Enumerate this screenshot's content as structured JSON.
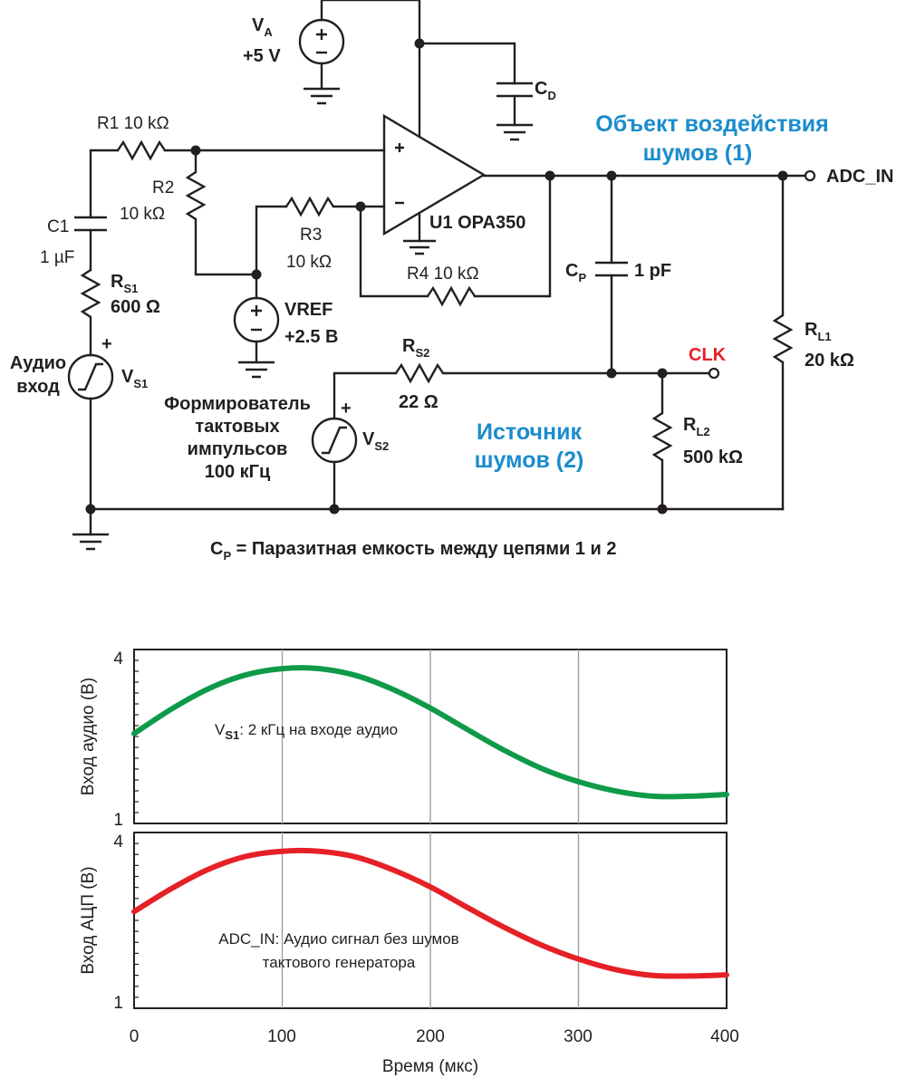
{
  "schematic": {
    "va_name": "V",
    "va_sub": "A",
    "va_value": "+5 V",
    "cd_name": "C",
    "cd_sub": "D",
    "r1": "R1  10 kΩ",
    "r2_name": "R2",
    "r2_value": "10 kΩ",
    "c1_name": "C1",
    "c1_value": "1 µF",
    "rs1_name": "R",
    "rs1_sub": "S1",
    "rs1_value": "600 Ω",
    "r3_name": "R3",
    "r3_value": "10 kΩ",
    "u1": "U1 OPA350",
    "r4": "R4  10 kΩ",
    "cp_name": "C",
    "cp_sub": "P",
    "cp_value": "1 pF",
    "vref_name": "VREF",
    "vref_value": "+2.5 В",
    "rs2_name": "R",
    "rs2_sub": "S2",
    "rs2_value": "22 Ω",
    "clk": "CLK",
    "rl1_name": "R",
    "rl1_sub": "L1",
    "rl1_value": "20 kΩ",
    "rl2_name": "R",
    "rl2_sub": "L2",
    "rl2_value": "500 kΩ",
    "vs1_name": "V",
    "vs1_sub": "S1",
    "vs2_name": "V",
    "vs2_sub": "S2",
    "audio_line1": "Аудио",
    "audio_line2": "вход",
    "clkgen_line1": "Формирователь",
    "clkgen_line2": "тактовых",
    "clkgen_line3": "импульсов",
    "clkgen_line4": "100 кГц",
    "victim_line1": "Объект воздействия",
    "victim_line2": "шумов (1)",
    "aggressor_line1": "Источник",
    "aggressor_line2": "шумов (2)",
    "adc_in": "ADC_IN",
    "plus": "+",
    "minus": "–",
    "caption_name": "C",
    "caption_sub": "P",
    "caption_text": " = Паразитная емкость между цепями 1 и 2",
    "colors": {
      "ink": "#231f20",
      "blue": "#1a8ccc",
      "red": "#e52126",
      "green": "#0f9a4a"
    }
  },
  "chart_data": [
    {
      "type": "line",
      "x_range": [
        0,
        400
      ],
      "ylim": [
        1,
        4
      ],
      "ylabel": "Вход аудио (В)",
      "y_tick_labels": [
        "4",
        "1"
      ],
      "x_grid": [
        100,
        200,
        300
      ],
      "annotation_name": "V",
      "annotation_sub": "S1",
      "annotation_text": ": 2 кГц на входе аудио",
      "series": [
        {
          "color": "#0f9a4a",
          "x": [
            0,
            25,
            50,
            75,
            100,
            125,
            150,
            175,
            200,
            225,
            250,
            275,
            300,
            325,
            350,
            375,
            400
          ],
          "y": [
            2.55,
            2.97,
            3.32,
            3.56,
            3.67,
            3.67,
            3.55,
            3.31,
            2.99,
            2.62,
            2.26,
            1.95,
            1.72,
            1.56,
            1.47,
            1.47,
            1.5
          ]
        }
      ]
    },
    {
      "type": "line",
      "x_range": [
        0,
        400
      ],
      "ylim": [
        1,
        4
      ],
      "xlabel": "Время (мкс)",
      "ylabel": "Вход АЦП (В)",
      "y_tick_labels": [
        "4",
        "1"
      ],
      "x_tick_labels": [
        "0",
        "100",
        "200",
        "300",
        "400"
      ],
      "x_grid": [
        100,
        200,
        300
      ],
      "annotation_line1": "ADC_IN: Аудио сигнал без шумов",
      "annotation_line2": "тактового генератора",
      "series": [
        {
          "color": "#e52126",
          "x": [
            0,
            25,
            50,
            75,
            100,
            125,
            150,
            175,
            200,
            225,
            250,
            275,
            300,
            325,
            350,
            375,
            400
          ],
          "y": [
            2.65,
            3.04,
            3.37,
            3.59,
            3.68,
            3.68,
            3.58,
            3.36,
            3.07,
            2.72,
            2.38,
            2.08,
            1.84,
            1.66,
            1.56,
            1.55,
            1.57
          ]
        }
      ]
    }
  ]
}
